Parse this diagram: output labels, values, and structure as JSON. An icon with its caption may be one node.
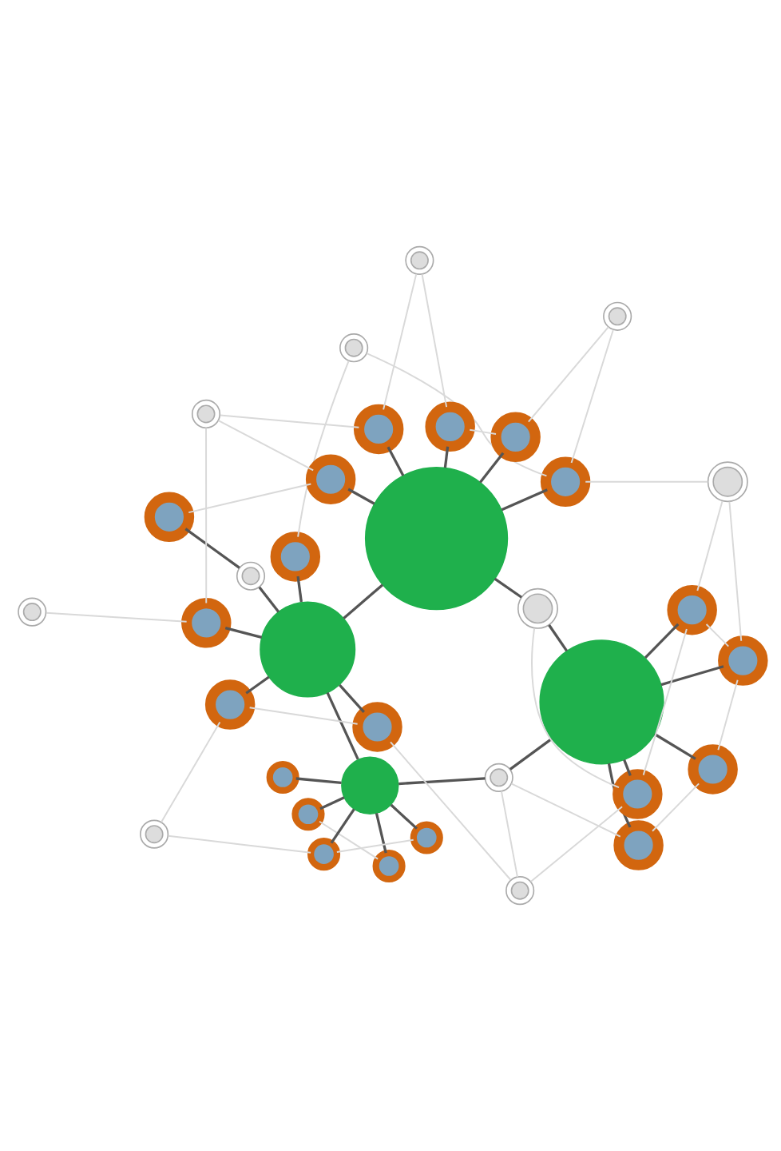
{
  "diagram": {
    "nodes": [
      {
        "text": [],
        "shape": "flower"
      },
      {
        "text": [],
        "shape": "flower"
      },
      {
        "text": [],
        "shape": "flower"
      },
      {
        "text": [],
        "shape": "circle"
      },
      {
        "text": [],
        "shape": "ring"
      },
      {
        "text": [],
        "shape": "flower"
      },
      {
        "text": [],
        "shape": "flower"
      },
      {
        "text": [],
        "shape": "flower"
      },
      {
        "text": [],
        "shape": "circle"
      },
      {
        "text": [],
        "shape": "flower"
      },
      {
        "text": [],
        "shape": "flower"
      },
      {
        "text": [],
        "shape": "flower"
      },
      {
        "text": [],
        "shape": "flower"
      },
      {
        "text": [],
        "shape": "ring"
      },
      {
        "text": [],
        "shape": "ring"
      },
      {
        "text": [],
        "shape": "ring"
      },
      {
        "text": [],
        "shape": "flower"
      },
      {
        "text": [],
        "shape": "flower"
      },
      {
        "text": [],
        "shape": "ring"
      },
      {
        "text": [],
        "shape": "circle"
      },
      {
        "text": [],
        "shape": "ring"
      },
      {
        "text": [],
        "shape": "flower"
      },
      {
        "text": [],
        "shape": "flower"
      },
      {
        "text": [],
        "shape": "ring"
      },
      {
        "text": [],
        "shape": "flower"
      },
      {
        "text": [],
        "shape": "ring"
      },
      {
        "text": [],
        "shape": "flower"
      },
      {
        "text": [],
        "shape": "ring"
      },
      {
        "text": [],
        "shape": "ring"
      },
      {
        "text": [],
        "shape": "flower"
      },
      {
        "text": [],
        "shape": "circle"
      },
      {
        "text": [],
        "shape": "flower"
      },
      {
        "text": [],
        "shape": "flower"
      },
      {
        "text": [],
        "shape": "ring"
      },
      {
        "text": [],
        "shape": "flower"
      }
    ],
    "edges": [
      {
        "from": 3,
        "to": 0,
        "arrow": "none",
        "color": "#555555"
      },
      {
        "from": 3,
        "to": 1,
        "arrow": "none",
        "color": "#555555"
      },
      {
        "from": 3,
        "to": 2,
        "arrow": "none",
        "color": "#555555"
      },
      {
        "from": 3,
        "to": 9,
        "arrow": "none",
        "color": "#555555"
      },
      {
        "from": 3,
        "to": 10,
        "arrow": "none",
        "color": "#555555"
      },
      {
        "from": 3,
        "to": 4,
        "arrow": "none",
        "color": "#555555"
      },
      {
        "from": 4,
        "to": 8,
        "arrow": "none",
        "color": "#555555"
      },
      {
        "from": 3,
        "to": 18,
        "arrow": "none",
        "color": "#555555"
      },
      {
        "from": 18,
        "to": 30,
        "arrow": "none",
        "color": "#555555"
      },
      {
        "from": 8,
        "to": 5,
        "arrow": "none",
        "color": "#555555"
      },
      {
        "from": 8,
        "to": 6,
        "arrow": "none",
        "color": "#555555"
      },
      {
        "from": 8,
        "to": 7,
        "arrow": "none",
        "color": "#555555"
      },
      {
        "from": 8,
        "to": 11,
        "arrow": "none",
        "color": "#555555"
      },
      {
        "from": 8,
        "to": 12,
        "arrow": "none",
        "color": "#555555"
      },
      {
        "from": 8,
        "to": 19,
        "arrow": "none",
        "color": "#555555"
      },
      {
        "from": 19,
        "to": 16,
        "arrow": "none",
        "color": "#555555"
      },
      {
        "from": 19,
        "to": 17,
        "arrow": "none",
        "color": "#555555"
      },
      {
        "from": 19,
        "to": 22,
        "arrow": "none",
        "color": "#555555"
      },
      {
        "from": 19,
        "to": 23,
        "arrow": "none",
        "color": "#555555"
      },
      {
        "from": 23,
        "to": 26,
        "arrow": "none",
        "color": "#555555"
      },
      {
        "from": 19,
        "to": 21,
        "arrow": "none",
        "color": "#555555"
      },
      {
        "from": 30,
        "to": 19,
        "arrow": "none",
        "color": "#555555"
      },
      {
        "from": 30,
        "to": 24,
        "arrow": "none",
        "color": "#555555"
      },
      {
        "from": 30,
        "to": 29,
        "arrow": "none",
        "color": "#555555"
      },
      {
        "from": 30,
        "to": 31,
        "arrow": "none",
        "color": "#555555"
      },
      {
        "from": 30,
        "to": 34,
        "arrow": "none",
        "color": "#555555"
      },
      {
        "from": 30,
        "to": 32,
        "arrow": "none",
        "color": "#555555"
      },
      {
        "from": 0,
        "to": 1,
        "arrow": "none"
      },
      {
        "from": 0,
        "to": 2,
        "arrow": "none"
      },
      {
        "from": 1,
        "to": 4,
        "arrow": "none"
      },
      {
        "from": 2,
        "to": 9,
        "arrow": "none"
      },
      {
        "from": 2,
        "to": 13,
        "arrow": "none"
      },
      {
        "from": 13,
        "to": 24,
        "arrow": "none"
      },
      {
        "from": 24,
        "to": 27,
        "arrow": "none"
      },
      {
        "from": 27,
        "to": 31,
        "arrow": "none"
      },
      {
        "from": 9,
        "to": 10,
        "arrow": "none"
      },
      {
        "from": 10,
        "to": 14,
        "arrow": "none"
      },
      {
        "from": 14,
        "to": 16,
        "arrow": "none"
      },
      {
        "from": 4,
        "to": 14,
        "arrow": "none"
      },
      {
        "from": 31,
        "to": 34,
        "arrow": "none"
      },
      {
        "from": 34,
        "to": 33,
        "arrow": "none"
      },
      {
        "from": 33,
        "to": 32,
        "arrow": "none"
      },
      {
        "from": 32,
        "to": 28,
        "arrow": "none"
      },
      {
        "from": 28,
        "to": 22,
        "arrow": "none"
      },
      {
        "from": 28,
        "to": 29,
        "arrow": "none"
      },
      {
        "from": 17,
        "to": 15,
        "arrow": "none"
      },
      {
        "from": 15,
        "to": 12,
        "arrow": "none"
      },
      {
        "from": 12,
        "to": 7,
        "arrow": "none"
      },
      {
        "from": 20,
        "to": 22,
        "arrow": "none"
      },
      {
        "from": 5,
        "to": 6,
        "arrow": "none"
      },
      {
        "from": 16,
        "to": 17,
        "arrow": "none"
      },
      {
        "from": 29,
        "to": 26,
        "arrow": "none"
      },
      {
        "from": 24,
        "to": 25,
        "arrow": "none"
      },
      {
        "from": 25,
        "to": 21,
        "arrow": "none"
      },
      {
        "from": 18,
        "to": 10,
        "arrow": "none"
      },
      {
        "from": 13,
        "to": 9,
        "arrow": "none"
      }
    ]
  }
}
